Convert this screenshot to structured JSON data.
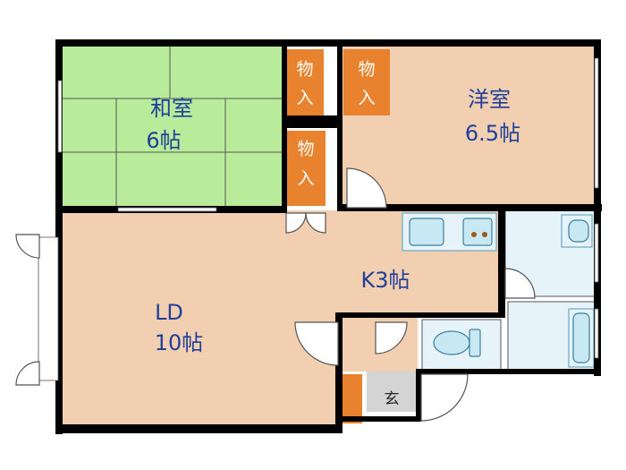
{
  "plan": {
    "rooms": {
      "washitsu": {
        "name": "和室",
        "size": "6帖"
      },
      "youshitsu": {
        "name": "洋室",
        "size": "6.5帖"
      },
      "ld": {
        "name": "LD",
        "size": "10帖"
      },
      "kitchen": {
        "label": "K3帖"
      }
    },
    "closets": {
      "closet_1": {
        "line1": "物",
        "line2": "入"
      },
      "closet_2": {
        "line1": "物",
        "line2": "入"
      },
      "closet_3": {
        "line1": "物",
        "line2": "入"
      }
    },
    "entrance": {
      "label": "玄"
    }
  },
  "colors": {
    "washitsu_floor": "#b8ec9a",
    "wood_floor": "#f1cfb0",
    "closet_fill": "#e8822e",
    "wall": "#000000",
    "label_text": "#1f3f9a",
    "bath_floor": "#e6f4fa",
    "genkan_floor": "#d4d4d4"
  }
}
